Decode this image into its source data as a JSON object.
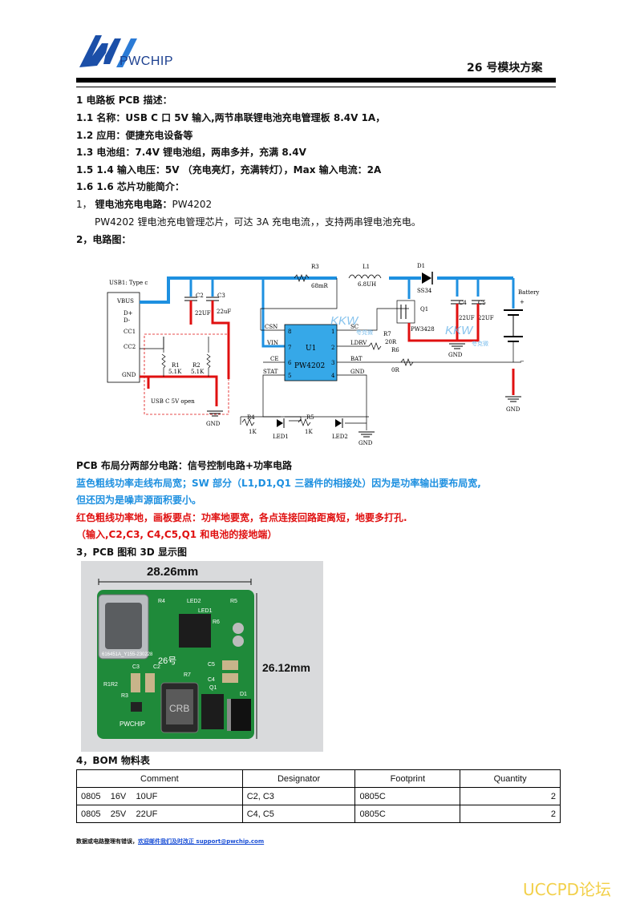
{
  "header": {
    "logo_text": "PWCHIP",
    "title": "26 号模块方案"
  },
  "sections": {
    "s1_title": "1 电路板 PCB 描述：",
    "s1_1": "1.1    名称：USB C 口 5V 输入,两节串联锂电池充电管理板 8.4V 1A，",
    "s1_2": "1.2    应用：便捷充电设备等",
    "s1_3": "1.3    电池组：7.4V 锂电池组，两串多并，充满 8.4V",
    "s1_5": "1.5 1.4    输入电压：5V  （充电亮灯，充满转灯），Max 输入电流：2A",
    "s1_6": "1.6  1.6 芯片功能简介：",
    "chip_label_prefix": "1，  ",
    "chip_label": "锂电池充电电路：",
    "chip_name": "PW4202",
    "chip_desc": "PW4202  锂电池充电管理芯片，可达 3A 充电电流，，支持两串锂电池充电。",
    "s2_title": "2，电路图："
  },
  "schematic": {
    "usb_label": "USB1: Type c",
    "pins": [
      "VBUS",
      "D+",
      "D-",
      "CC1",
      "CC2",
      "GND"
    ],
    "c2": "C2",
    "c3": "C3",
    "c2_val": "22UF",
    "c3_val": "22uF",
    "r1": "R1",
    "r1_val": "5.1K",
    "r2": "R2",
    "r2_val": "5.1K",
    "usb_note": "USB C  5V  open",
    "gnd": "GND",
    "r3": "R3",
    "r3_val": "68mR",
    "l1": "L1",
    "l1_val": "6.8UH",
    "d1": "D1",
    "d1_val": "SS34",
    "q1": "Q1",
    "q1_val": "PW3428",
    "r7": "R7",
    "r7_val": "20R",
    "r6": "R6",
    "r6_val": "0R",
    "c4": "C4",
    "c5": "C5",
    "c4_val": "22UF",
    "c5_val": "22UF",
    "battery": "Battery",
    "plus": "+",
    "minus": "−",
    "ic_name": "U1",
    "ic_part": "PW4202",
    "ic_left_pins": [
      [
        "CSN",
        "8"
      ],
      [
        "VIN",
        "7"
      ],
      [
        "CE",
        "6"
      ],
      [
        "STAT",
        "5"
      ]
    ],
    "ic_right_pins": [
      [
        "1",
        "SC"
      ],
      [
        "2",
        "LDRV"
      ],
      [
        "3",
        "BAT"
      ],
      [
        "4",
        "GND"
      ]
    ],
    "r4": "R4",
    "r4_val": "1K",
    "r5": "R5",
    "r5_val": "1K",
    "led1": "LED1",
    "led2": "LED2",
    "kkw_mark": "KKW",
    "kkw_sub": "夸克微"
  },
  "layout_notes": {
    "title": "PCB 布局分两部分电路：信号控制电路+功率电路",
    "blue_1": "蓝色粗线功率走线布局宽；SW 部分（L1,D1,Q1 三器件的相接处）因为是功率输出要布局宽,",
    "blue_2": "但还因为是噪声源面积要小。",
    "red_1": "红色粗线功率地，画板要点：功率地要宽，各点连接回路距离短，地要多打孔.",
    "red_2": "（输入,C2,C3, C4,C5,Q1 和电池的接地端）"
  },
  "s3_title": "3，PCB 图和 3D 显示图",
  "pcb_photo": {
    "width_label": "28.26mm",
    "height_label": "26.12mm",
    "silk": [
      "R4",
      "LED2",
      "R5",
      "LED1",
      "R6",
      "C3",
      "C2",
      "C5",
      "R7",
      "C4",
      "Q1",
      "D1",
      "R1R2",
      "R3",
      "616451A_Y155-230228",
      "26号",
      "PWCHIP",
      "CRB"
    ]
  },
  "s4_title": "4，BOM 物料表",
  "bom": {
    "headers": [
      "Comment",
      "Designator",
      "Footprint",
      "Quantity"
    ],
    "rows": [
      [
        "0805    16V    10UF",
        "C2, C3",
        "0805C",
        "2"
      ],
      [
        "0805    25V    22UF",
        "C4, C5",
        "0805C",
        "2"
      ]
    ]
  },
  "footer": {
    "text": "数据或电路整理有错误，",
    "link": "欢迎邮件我们及时改正 support@pwchip.com"
  },
  "watermark": "UCCPD论坛",
  "colors": {
    "blue_trace": "#1e90e0",
    "red_trace": "#e01010",
    "ic_fill": "#36a8e8",
    "pcb_green": "#1f8a3a"
  }
}
